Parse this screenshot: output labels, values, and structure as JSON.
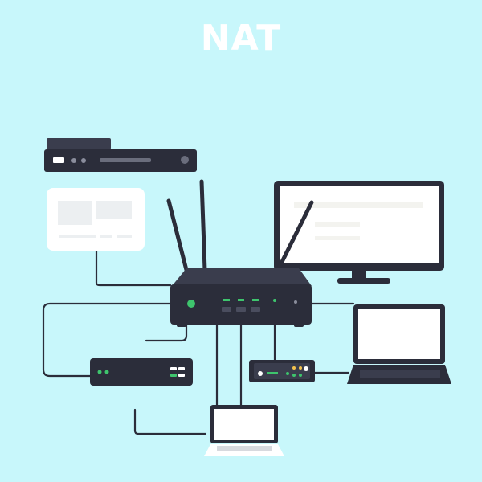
{
  "title": "NAT",
  "colors": {
    "background": "#c8f7fb",
    "device_dark": "#2b2d3a",
    "device_mid": "#3a3d4d",
    "cable": "#2b2d3a",
    "led_green": "#3ec46d",
    "screen_white": "#ffffff",
    "title_color": "#ffffff"
  },
  "devices": [
    {
      "name": "router",
      "icon": "wifi-router-icon"
    },
    {
      "name": "rack-server",
      "icon": "server-icon"
    },
    {
      "name": "tablet-display",
      "icon": "tablet-icon"
    },
    {
      "name": "desktop-monitor",
      "icon": "monitor-icon"
    },
    {
      "name": "right-laptop",
      "icon": "laptop-icon"
    },
    {
      "name": "bottom-laptop",
      "icon": "laptop-icon"
    },
    {
      "name": "network-switch-left",
      "icon": "switch-icon"
    },
    {
      "name": "network-switch-right",
      "icon": "switch-icon"
    }
  ]
}
